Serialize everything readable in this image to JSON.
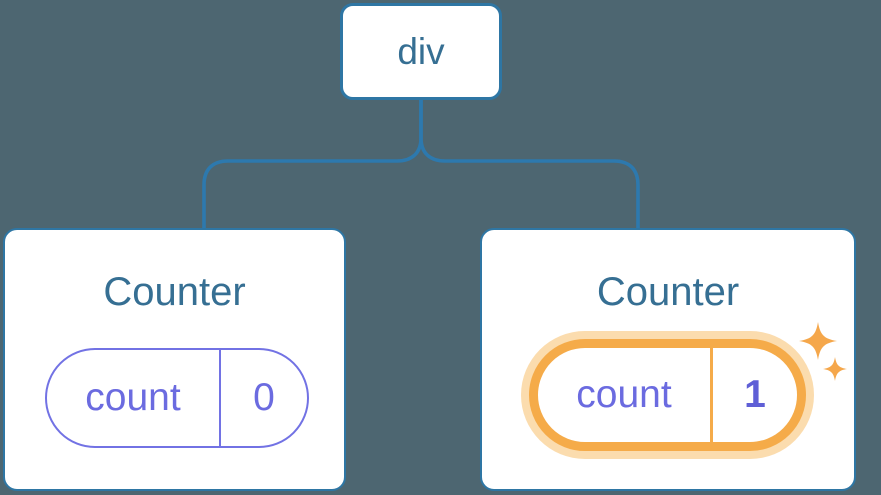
{
  "diagram": {
    "description": "Component tree diagram: a div root element with two Counter component children, each holding a count state pill; the second Counter's state is highlighted as newly updated",
    "tree": {
      "root": {
        "label": "div"
      },
      "children": [
        {
          "title": "Counter",
          "state": {
            "key": "count",
            "value": "0"
          },
          "highlighted": false
        },
        {
          "title": "Counter",
          "state": {
            "key": "count",
            "value": "1"
          },
          "highlighted": true
        }
      ]
    },
    "icons": {
      "highlight_sparkles": "sparkles-icon"
    },
    "colors": {
      "background": "#4d6671",
      "card_background": "#ffffff",
      "node_border_blue": "#2e76a4",
      "connector_blue": "#2d79ae",
      "title_text_blue": "#366f93",
      "state_purple": "#6b6be0",
      "state_value_purple": "#5f5fd6",
      "highlight_orange": "#f5ab49",
      "highlight_glow": "#fbdcae"
    }
  }
}
